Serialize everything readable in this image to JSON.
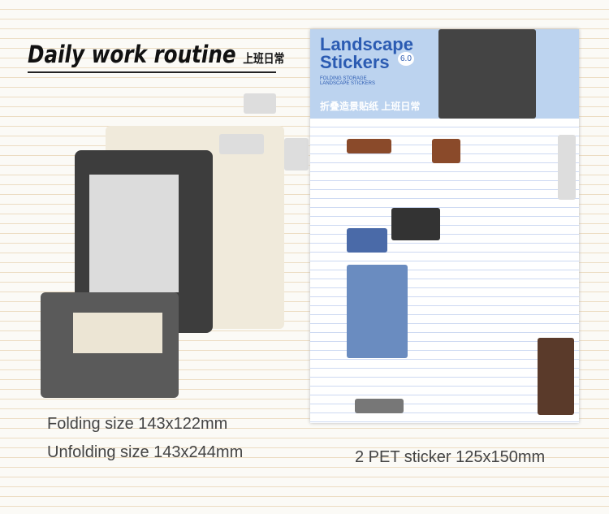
{
  "title": {
    "main": "Daily work routine",
    "cn": "上班日常"
  },
  "specs": {
    "folding": "Folding size 143x122mm",
    "unfolding": "Unfolding size 143x244mm",
    "pet": "2 PET sticker 125x150mm"
  },
  "sheet": {
    "title_line1": "Landscape",
    "title_line2": "Stickers",
    "version": "6.0",
    "subtitle": "FOLDING STORAGE LANDSCAPE STICKERS",
    "cn_title": "折叠造景贴纸  上班日常"
  }
}
